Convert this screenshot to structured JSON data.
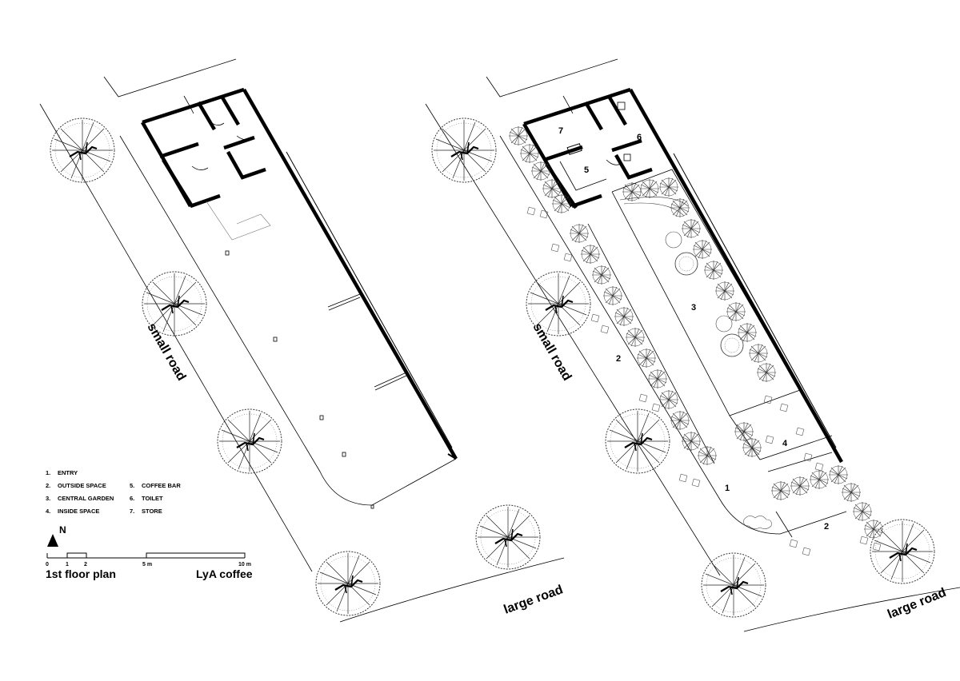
{
  "legend": {
    "items": [
      {
        "num": "1.",
        "label": "ENTRY"
      },
      {
        "num": "2.",
        "label": "OUTSIDE SPACE"
      },
      {
        "num": "3.",
        "label": "CENTRAL GARDEN"
      },
      {
        "num": "4.",
        "label": "INSIDE SPACE"
      },
      {
        "num": "5.",
        "label": "COFFEE BAR"
      },
      {
        "num": "6.",
        "label": "TOILET"
      },
      {
        "num": "7.",
        "label": "STORE"
      }
    ]
  },
  "north_label": "N",
  "scale": {
    "ticks": [
      "0",
      "1",
      "2",
      "5 m",
      "10 m"
    ]
  },
  "title": {
    "plan": "1st floor plan",
    "project": "LyA coffee"
  },
  "roads": {
    "small": "small road",
    "large": "large road"
  },
  "rooms": {
    "r1": "1",
    "r2": "2",
    "r3": "3",
    "r4": "4",
    "r5": "5",
    "r6": "6",
    "r7": "7"
  }
}
